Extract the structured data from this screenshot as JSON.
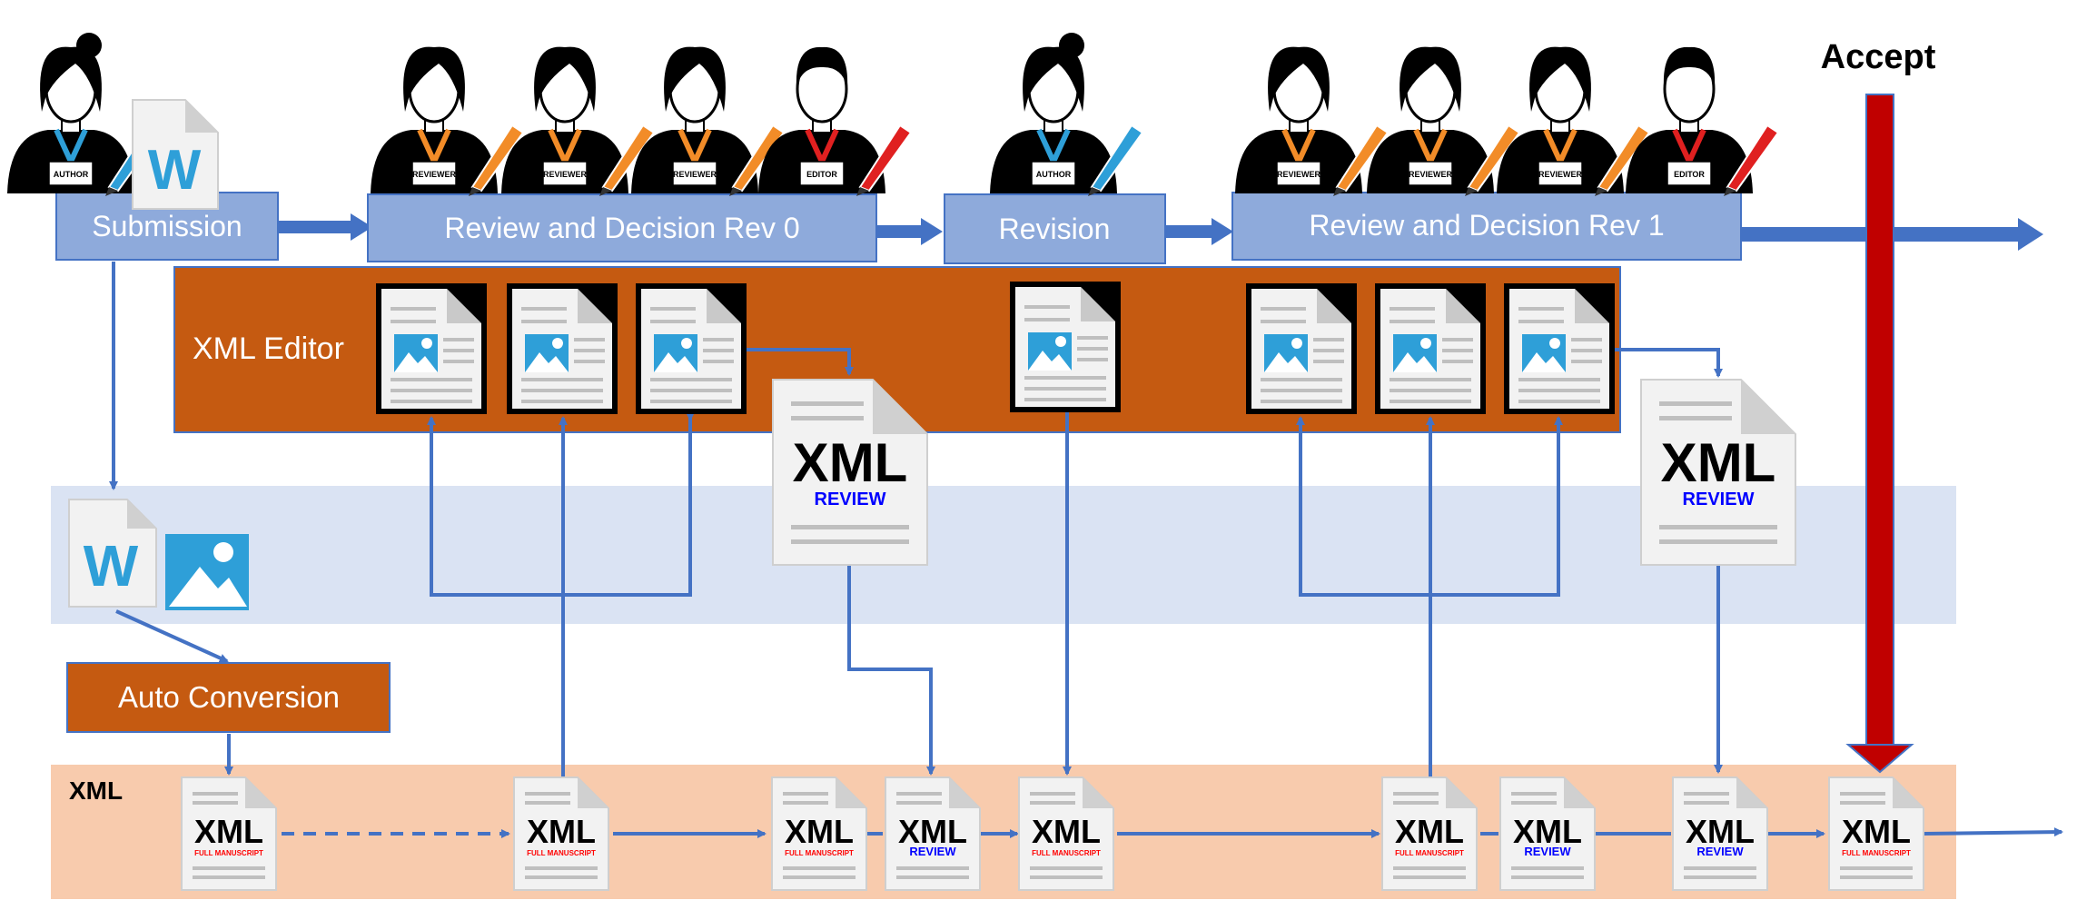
{
  "stages": [
    {
      "id": "submission",
      "label": "Submission"
    },
    {
      "id": "review0",
      "label": "Review and Decision Rev 0"
    },
    {
      "id": "revision",
      "label": "Revision"
    },
    {
      "id": "review1",
      "label": "Review and Decision Rev 1"
    }
  ],
  "accept_label": "Accept",
  "xml_editor_label": "XML Editor",
  "auto_conversion_label": "Auto Conversion",
  "xml_lane_label": "XML",
  "badges": {
    "author": "AUTHOR",
    "reviewer": "REVIEWER",
    "editor": "EDITOR"
  },
  "doc_labels": {
    "xml": "XML",
    "full_manuscript": "FULL MANUSCRIPT",
    "review": "REVIEW",
    "word": "W"
  },
  "colors": {
    "stage_fill": "#8eaadb",
    "stage_border": "#4472c4",
    "arrow": "#4472c4",
    "editor_band": "#c55a11",
    "light_band": "#dae3f3",
    "xml_band": "#f8cbad",
    "accept": "#c00000",
    "review_text": "#0000ff",
    "manuscript_text": "#ff0000",
    "reviewer_lanyard": "#f28c28",
    "editor_lanyard": "#e02020",
    "author_lanyard": "#2e9fd8"
  },
  "people": [
    {
      "role": "author",
      "group": "submission"
    },
    {
      "role": "reviewer",
      "group": "review0"
    },
    {
      "role": "reviewer",
      "group": "review0"
    },
    {
      "role": "reviewer",
      "group": "review0"
    },
    {
      "role": "editor",
      "group": "review0"
    },
    {
      "role": "author",
      "group": "revision"
    },
    {
      "role": "reviewer",
      "group": "review1"
    },
    {
      "role": "reviewer",
      "group": "review1"
    },
    {
      "role": "reviewer",
      "group": "review1"
    },
    {
      "role": "editor",
      "group": "review1"
    }
  ],
  "xml_files": [
    {
      "kind": "full_manuscript"
    },
    {
      "kind": "full_manuscript"
    },
    {
      "kind": "full_manuscript"
    },
    {
      "kind": "review"
    },
    {
      "kind": "full_manuscript"
    },
    {
      "kind": "full_manuscript"
    },
    {
      "kind": "review"
    },
    {
      "kind": "review"
    },
    {
      "kind": "full_manuscript"
    }
  ]
}
